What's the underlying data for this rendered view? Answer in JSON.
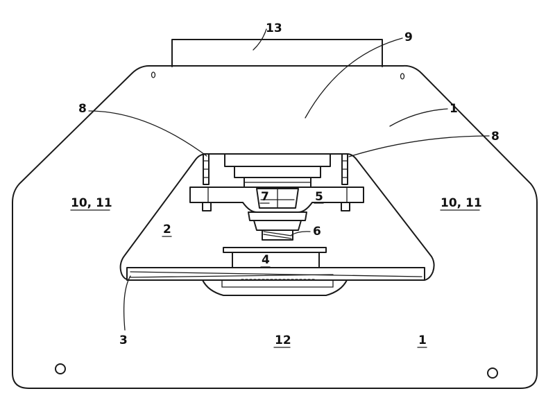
{
  "labels": {
    "l13": "13",
    "l9": "9",
    "l1_top": "1",
    "l8_left": "8",
    "l8_right": "8",
    "l10_11_left": "10, 11",
    "l10_11_right": "10, 11",
    "l7": "7",
    "l5": "5",
    "l2": "2",
    "l6": "6",
    "l4": "4",
    "l3": "3",
    "l12": "12",
    "l1_bottom": "1"
  }
}
